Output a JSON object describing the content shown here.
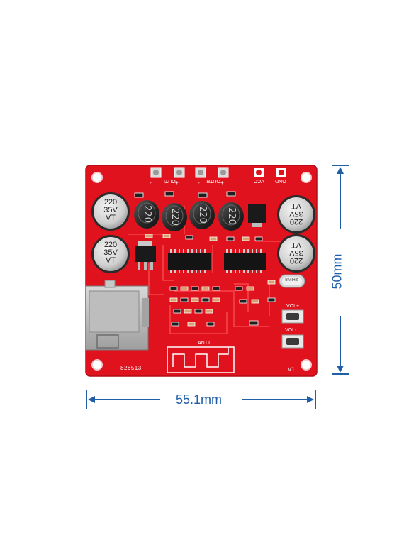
{
  "board": {
    "pin_labels": {
      "outl_minus": "-",
      "outl": "OUTL",
      "outl_plus": "+",
      "outr_minus": "-",
      "outr": "OUTR",
      "outr_plus": "+",
      "vcc": "VCC",
      "gnd": "GND"
    },
    "inductor_values": [
      "220",
      "220",
      "220",
      "220"
    ],
    "capacitors": {
      "top_left": {
        "value": "220",
        "voltage": "35V",
        "series": "VT"
      },
      "bottom_left": {
        "value": "220",
        "voltage": "35V",
        "series": "VT"
      },
      "top_right": {
        "value": "220",
        "voltage": "35V",
        "series": "VT"
      },
      "bottom_right": {
        "value": "220",
        "voltage": "35V",
        "series": "VT"
      }
    },
    "crystal_label": "8MHz",
    "button_labels": {
      "vol_up": "VOL+",
      "vol_down": "VOL-"
    },
    "antenna_label": "ANT1",
    "board_id": "826513",
    "version": "V1",
    "colors": {
      "pcb": "#e0121e",
      "silkscreen": "#ffffff",
      "dimension": "#1f5fa8"
    }
  },
  "dimensions": {
    "width_label": "55.1mm",
    "height_label": "50mm"
  }
}
